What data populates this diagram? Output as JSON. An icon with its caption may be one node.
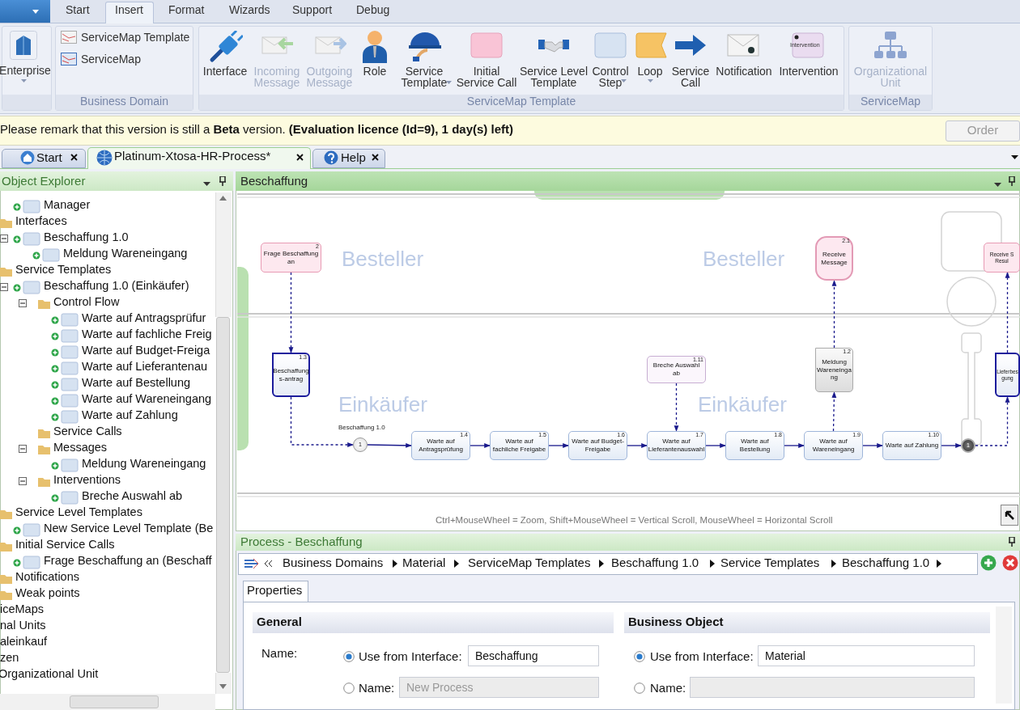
{
  "diagram": {
    "nodes": [
      {
        "text": [
          "2",
          "Frage Beschaffung an"
        ]
      },
      {
        "text": [
          "1.3",
          "Beschaffung s-antrag"
        ]
      },
      {
        "text": [
          "1"
        ],
        "beside": [
          "Beschaffung 1.0"
        ]
      },
      {
        "text": [
          "1.4",
          "Warte auf Antragsprüfung"
        ]
      },
      {
        "text": [
          "1.5",
          "Warte auf fachliche Freigabe"
        ]
      },
      {
        "text": [
          "1.6",
          "Warte auf Budget-Freigabe"
        ]
      },
      {
        "text": [
          "1.7",
          "Warte auf Lieferantenauswahl"
        ]
      },
      {
        "text": [
          "1.8",
          "Warte auf Bestellung"
        ]
      },
      {
        "text": [
          "1.9",
          "Warte auf Wareneingang"
        ]
      },
      {
        "text": [
          "1.10",
          "Warte auf Zahlung"
        ]
      },
      {
        "text": [
          "1"
        ]
      },
      {
        "text": [
          "1.11",
          "Breche Auswahl ab"
        ]
      },
      {
        "text": [
          "1.2",
          "Meldung Wareneinga ng"
        ]
      },
      {
        "text": [
          "2.1",
          "Receive Message"
        ]
      },
      {
        "text": [
          "Lieferbes gung"
        ]
      },
      {
        "text": [
          "Receive S Resul"
        ]
      }
    ],
    "edges": [
      {
        "from": 0,
        "to": 1,
        "arrow": "to",
        "style": "dashed"
      },
      {
        "from": 1,
        "to": 2,
        "arrow": "to",
        "style": "dashed"
      },
      {
        "from": 2,
        "to": 3,
        "arrow": "to"
      },
      {
        "from": 3,
        "to": 4,
        "arrow": "to"
      },
      {
        "from": 4,
        "to": 5,
        "arrow": "to"
      },
      {
        "from": 5,
        "to": 6,
        "arrow": "to"
      },
      {
        "from": 6,
        "to": 7,
        "arrow": "to"
      },
      {
        "from": 7,
        "to": 8,
        "arrow": "to"
      },
      {
        "from": 8,
        "to": 9,
        "arrow": "to"
      },
      {
        "from": 9,
        "to": 10,
        "arrow": "to"
      },
      {
        "from": 11,
        "to": 6,
        "arrow": "to",
        "style": "dashed"
      },
      {
        "from": 8,
        "to": 12,
        "arrow": "to",
        "style": "dashed"
      },
      {
        "from": 12,
        "to": 13,
        "arrow": "to",
        "style": "dashed"
      },
      {
        "from": 10,
        "to": 14,
        "arrow": "to",
        "style": "dashed"
      },
      {
        "from": 14,
        "to": 15,
        "arrow": "to",
        "style": "dashed"
      }
    ],
    "labels": [
      "Start",
      "Insert",
      "Format",
      "Wizards",
      "Support",
      "Debug",
      "Enterprise",
      "ServiceMap Template",
      "ServiceMap",
      "Business Domain",
      "Interface",
      "Incoming Message",
      "Outgoing Message",
      "Role",
      "Service Template",
      "Initial Service Call",
      "Service Level Template",
      "Control Step",
      "Loop",
      "Service Call",
      "Notification",
      "Intervention",
      "Intervention",
      "ServiceMap Template",
      "Organizational Unit",
      "ServiceMap",
      "Please remark that this version is still a **Beta** version. **(Evaluation licence (Id=9), 1 day(s) left)**",
      "Order",
      "Start",
      "Platinum-Xtosa-HR-Process*",
      "Help",
      "Object Explorer",
      "Beschaffung",
      "Manager",
      "Interfaces",
      "Beschaffung 1.0",
      "Meldung Wareneingang",
      "Service Templates",
      "Beschaffung 1.0 (Einkäufer)",
      "Control Flow",
      "Warte auf Antragsprüfur",
      "Warte auf fachliche Freig",
      "Warte auf Budget-Freiga",
      "Warte auf Lieferantenau",
      "Warte auf Bestellung",
      "Warte auf Wareneingang",
      "Warte auf Zahlung",
      "Service Calls",
      "Messages",
      "Meldung Wareneingang",
      "Interventions",
      "Breche Auswahl ab",
      "Service Level Templates",
      "New Service Level Template (Be",
      "Initial Service Calls",
      "Frage Beschaffung an (Beschaff",
      "Notifications",
      "Weak points",
      "iceMaps",
      "nal Units",
      "aleinkauf",
      "zen",
      "Organizational Unit",
      "Besteller",
      "Einkäufer",
      "Besteller",
      "Einkäufer",
      "Ctrl+MouseWheel = Zoom, Shift+MouseWheel = Vertical Scroll, MouseWheel = Horizontal Scroll",
      "Process - Beschaffung",
      "Business Domains",
      "Material",
      "ServiceMap Templates",
      "Beschaffung 1.0",
      "Service Templates",
      "Beschaffung 1.0",
      "Properties",
      "General",
      "Business Object",
      "Name:",
      "Use from Interface:",
      "Beschaffung",
      "Name:",
      "New Process",
      "Use from Interface:",
      "Material",
      "Name:"
    ]
  }
}
